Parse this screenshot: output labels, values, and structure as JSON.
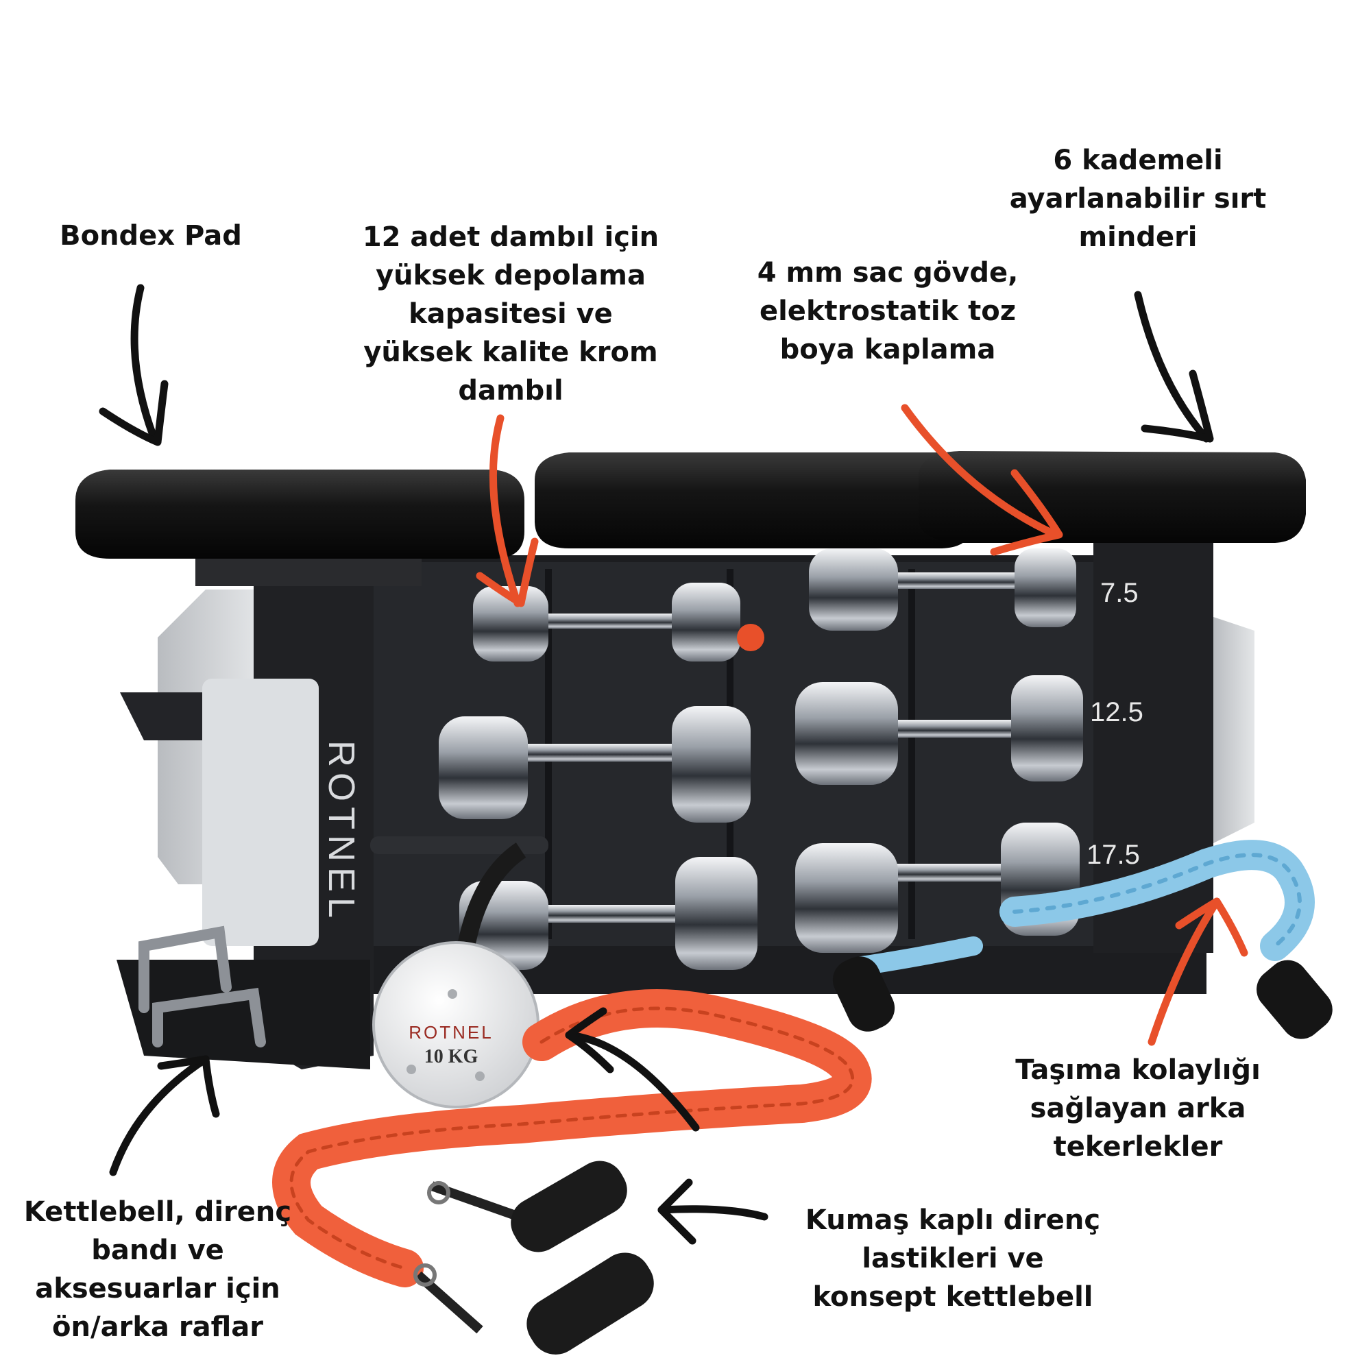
{
  "annotations": {
    "bondex": [
      "Bondex Pad"
    ],
    "storage": [
      "12 adet dambıl için",
      "yüksek depolama",
      "kapasitesi ve",
      "yüksek kalite krom",
      "dambıl"
    ],
    "body": [
      "4 mm sac gövde,",
      "elektrostatik toz",
      "boya kaplama"
    ],
    "backrest": [
      "6 kademeli",
      "ayarlanabilir sırt",
      "minderi"
    ],
    "wheels": [
      "Taşıma kolaylığı",
      "sağlayan arka",
      "tekerlekler"
    ],
    "shelves": [
      "Kettlebell, direnç",
      "bandı ve",
      "aksesuarlar için",
      "ön/arka raflar"
    ],
    "bands": [
      "Kumaş kaplı direnç",
      "lastikleri ve",
      "konsept kettlebell"
    ]
  },
  "product": {
    "brand": "ROTNEL",
    "kettlebell_brand": "ROTNEL",
    "kettlebell_weight": "10 KG",
    "weight_marks": [
      "7.5",
      "12.5",
      "17.5"
    ]
  },
  "colors": {
    "accent_arrow": "#e8502a",
    "black_arrow": "#111111",
    "frame": "#1e1f22",
    "pad": "#141414",
    "chrome": "#c9ccd1",
    "orange_band": "#f0603c",
    "blue_band": "#8cc8e8"
  }
}
